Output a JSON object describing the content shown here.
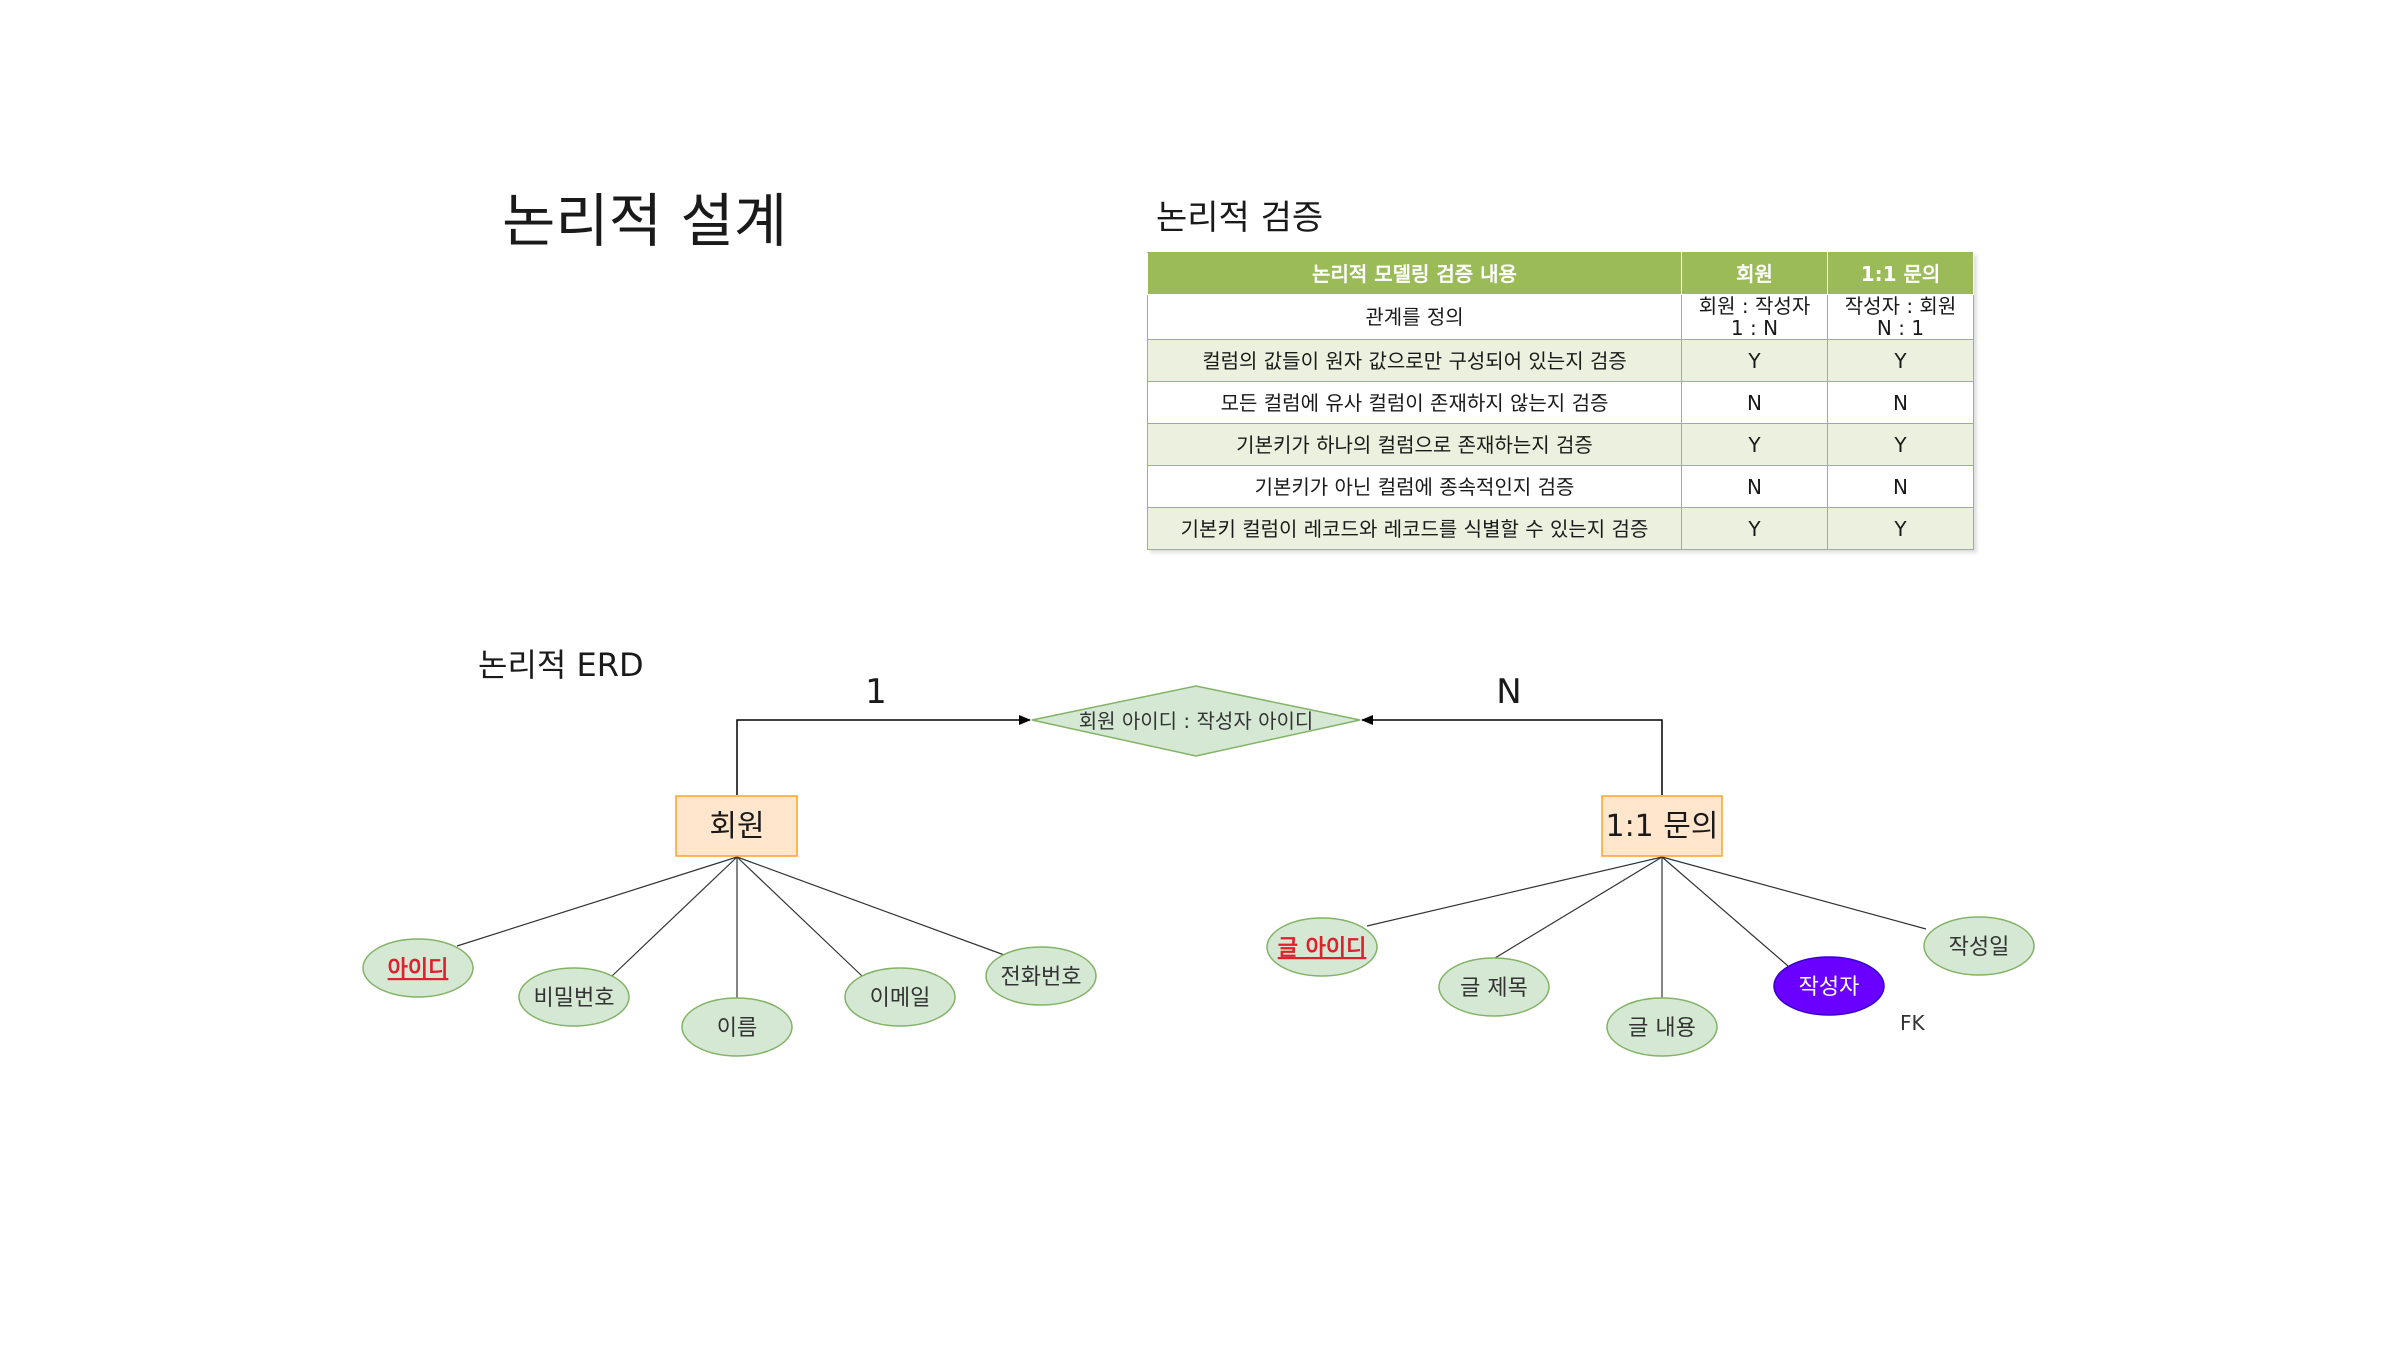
{
  "page_title": "논리적 설계",
  "verify": {
    "title": "논리적 검증",
    "headers": [
      "논리적 모델링 검증 내용",
      "회원",
      "1:1 문의"
    ],
    "rows": [
      {
        "content": "관계를 정의",
        "member": [
          "회원 : 작성자",
          "1 : N"
        ],
        "inquiry": [
          "작성자 : 회원",
          "N : 1"
        ]
      },
      {
        "content": "컬럼의 값들이 원자 값으로만 구성되어 있는지 검증",
        "member": "Y",
        "inquiry": "Y"
      },
      {
        "content": "모든 컬럼에 유사 컬럼이 존재하지 않는지 검증",
        "member": "N",
        "inquiry": "N"
      },
      {
        "content": "기본키가 하나의 컬럼으로 존재하는지 검증",
        "member": "Y",
        "inquiry": "Y"
      },
      {
        "content": "기본키가 아닌 컬럼에 종속적인지 검증",
        "member": "N",
        "inquiry": "N"
      },
      {
        "content": "기본키 컬럼이 레코드와 레코드를 식별할 수 있는지 검증",
        "member": "Y",
        "inquiry": "Y"
      }
    ]
  },
  "erd": {
    "title": "논리적 ERD",
    "relationship": "회원 아이디 : 작성자 아이디",
    "cardinality_left": "1",
    "cardinality_right": "N",
    "entity_member": {
      "name": "회원",
      "attributes": [
        {
          "name": "아이디",
          "key": true
        },
        {
          "name": "비밀번호",
          "key": false
        },
        {
          "name": "이름",
          "key": false
        },
        {
          "name": "이메일",
          "key": false
        },
        {
          "name": "전화번호",
          "key": false
        }
      ]
    },
    "entity_inquiry": {
      "name": "1:1 문의",
      "attributes": [
        {
          "name": "글 아이디",
          "key": true
        },
        {
          "name": "글 제목",
          "key": false
        },
        {
          "name": "글 내용",
          "key": false
        },
        {
          "name": "작성자",
          "key": false,
          "foreign": true
        },
        {
          "name": "작성일",
          "key": false
        }
      ]
    },
    "fk_label": "FK",
    "colors": {
      "entity_fill": "#ffe6cc",
      "entity_stroke": "#f5a623",
      "attr_fill": "#d5e8d4",
      "attr_stroke": "#82b366",
      "fk_fill": "#6a00ff",
      "key_text": "#e0202e",
      "table_header": "#9bbb59",
      "table_band": "#ebf1de"
    }
  }
}
